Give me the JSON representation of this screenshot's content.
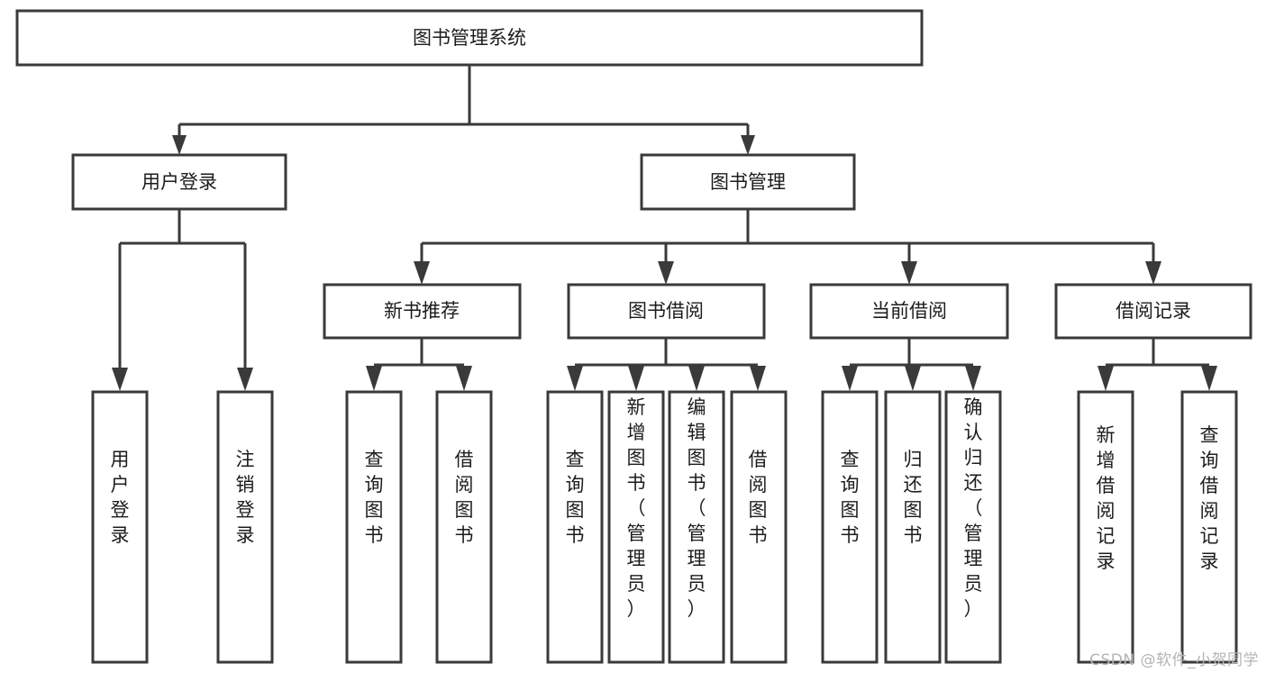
{
  "diagram": {
    "title": "图书管理系统",
    "type": "tree",
    "root": {
      "id": "root",
      "label": "图书管理系统"
    },
    "level2": [
      {
        "id": "user-login",
        "label": "用户登录"
      },
      {
        "id": "book-manage",
        "label": "图书管理"
      }
    ],
    "level3": [
      {
        "id": "new-book-rec",
        "label": "新书推荐",
        "parent": "book-manage"
      },
      {
        "id": "book-borrow",
        "label": "图书借阅",
        "parent": "book-manage"
      },
      {
        "id": "current-borrow",
        "label": "当前借阅",
        "parent": "book-manage"
      },
      {
        "id": "borrow-record",
        "label": "借阅记录",
        "parent": "book-manage"
      }
    ],
    "leaves": [
      {
        "id": "leaf-user-login",
        "label": "用户登录",
        "parent": "user-login"
      },
      {
        "id": "leaf-user-logout",
        "label": "注销登录",
        "parent": "user-login"
      },
      {
        "id": "leaf-query-book-1",
        "label": "查询图书",
        "parent": "new-book-rec"
      },
      {
        "id": "leaf-borrow-book-1",
        "label": "借阅图书",
        "parent": "new-book-rec"
      },
      {
        "id": "leaf-query-book-2",
        "label": "查询图书",
        "parent": "book-borrow"
      },
      {
        "id": "leaf-add-book",
        "label": "新增图书（管理员）",
        "parent": "book-borrow"
      },
      {
        "id": "leaf-edit-book",
        "label": "编辑图书（管理员）",
        "parent": "book-borrow"
      },
      {
        "id": "leaf-borrow-book-2",
        "label": "借阅图书",
        "parent": "book-borrow"
      },
      {
        "id": "leaf-query-book-3",
        "label": "查询图书",
        "parent": "current-borrow"
      },
      {
        "id": "leaf-return-book",
        "label": "归还图书",
        "parent": "current-borrow"
      },
      {
        "id": "leaf-confirm-return",
        "label": "确认归还（管理员）",
        "parent": "current-borrow"
      },
      {
        "id": "leaf-add-record",
        "label": "新增借阅记录",
        "parent": "borrow-record"
      },
      {
        "id": "leaf-query-record",
        "label": "查询借阅记录",
        "parent": "borrow-record"
      }
    ],
    "colors": {
      "stroke": "#3a3a3a",
      "fill": "#ffffff",
      "text": "#1c1c1c",
      "watermark": "#b4b4b4"
    }
  },
  "watermark": {
    "text": "CSDN @软件_小贺同学"
  }
}
